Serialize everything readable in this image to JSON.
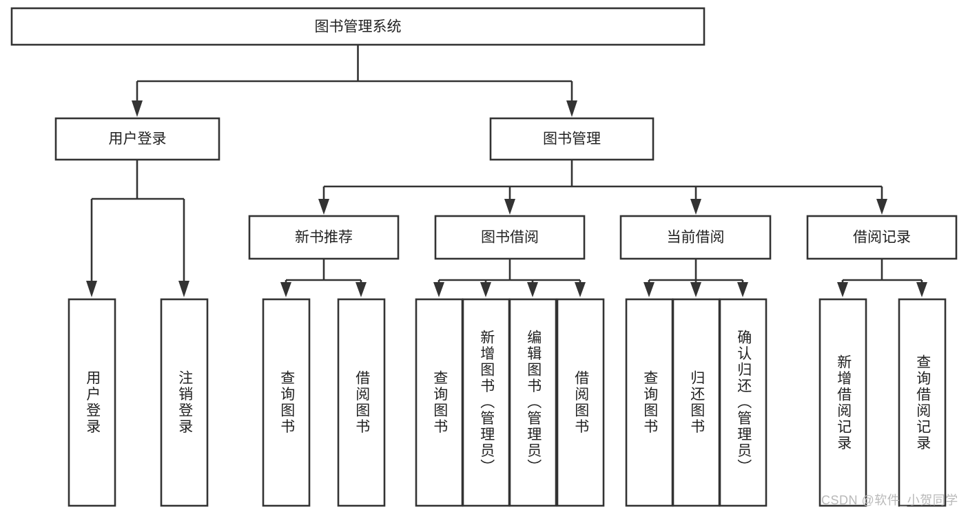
{
  "diagram": {
    "type": "tree",
    "title_node": {
      "id": "root",
      "label": "图书管理系统"
    },
    "colors": {
      "stroke": "#333333",
      "box_fill": "#ffffff",
      "text": "#222222",
      "background": "#ffffff",
      "watermark": "#b9b9b9"
    },
    "level2": [
      {
        "id": "user-login",
        "label": "用户登录"
      },
      {
        "id": "book-management",
        "label": "图书管理"
      }
    ],
    "level3": [
      {
        "id": "new-book-recommend",
        "label": "新书推荐",
        "parent": "book-management"
      },
      {
        "id": "book-borrow",
        "label": "图书借阅",
        "parent": "book-management"
      },
      {
        "id": "current-borrow",
        "label": "当前借阅",
        "parent": "book-management"
      },
      {
        "id": "borrow-record",
        "label": "借阅记录",
        "parent": "book-management"
      }
    ],
    "leaves": [
      {
        "id": "leaf-user-login",
        "label": "用户登录",
        "parent": "user-login"
      },
      {
        "id": "leaf-logout",
        "label": "注销登录",
        "parent": "user-login"
      },
      {
        "id": "leaf-query-book-1",
        "label": "查询图书",
        "parent": "new-book-recommend"
      },
      {
        "id": "leaf-borrow-book-1",
        "label": "借阅图书",
        "parent": "new-book-recommend"
      },
      {
        "id": "leaf-query-book-2",
        "label": "查询图书",
        "parent": "book-borrow"
      },
      {
        "id": "leaf-add-book",
        "label": "新增图书（管理员）",
        "parent": "book-borrow"
      },
      {
        "id": "leaf-edit-book",
        "label": "编辑图书（管理员）",
        "parent": "book-borrow"
      },
      {
        "id": "leaf-borrow-book-2",
        "label": "借阅图书",
        "parent": "book-borrow"
      },
      {
        "id": "leaf-query-book-3",
        "label": "查询图书",
        "parent": "current-borrow"
      },
      {
        "id": "leaf-return-book",
        "label": "归还图书",
        "parent": "current-borrow"
      },
      {
        "id": "leaf-confirm-return",
        "label": "确认归还（管理员）",
        "parent": "current-borrow"
      },
      {
        "id": "leaf-add-record",
        "label": "新增借阅记录",
        "parent": "borrow-record"
      },
      {
        "id": "leaf-query-record",
        "label": "查询借阅记录",
        "parent": "borrow-record"
      }
    ]
  },
  "watermark": {
    "text": "CSDN @软件_小贺同学"
  }
}
